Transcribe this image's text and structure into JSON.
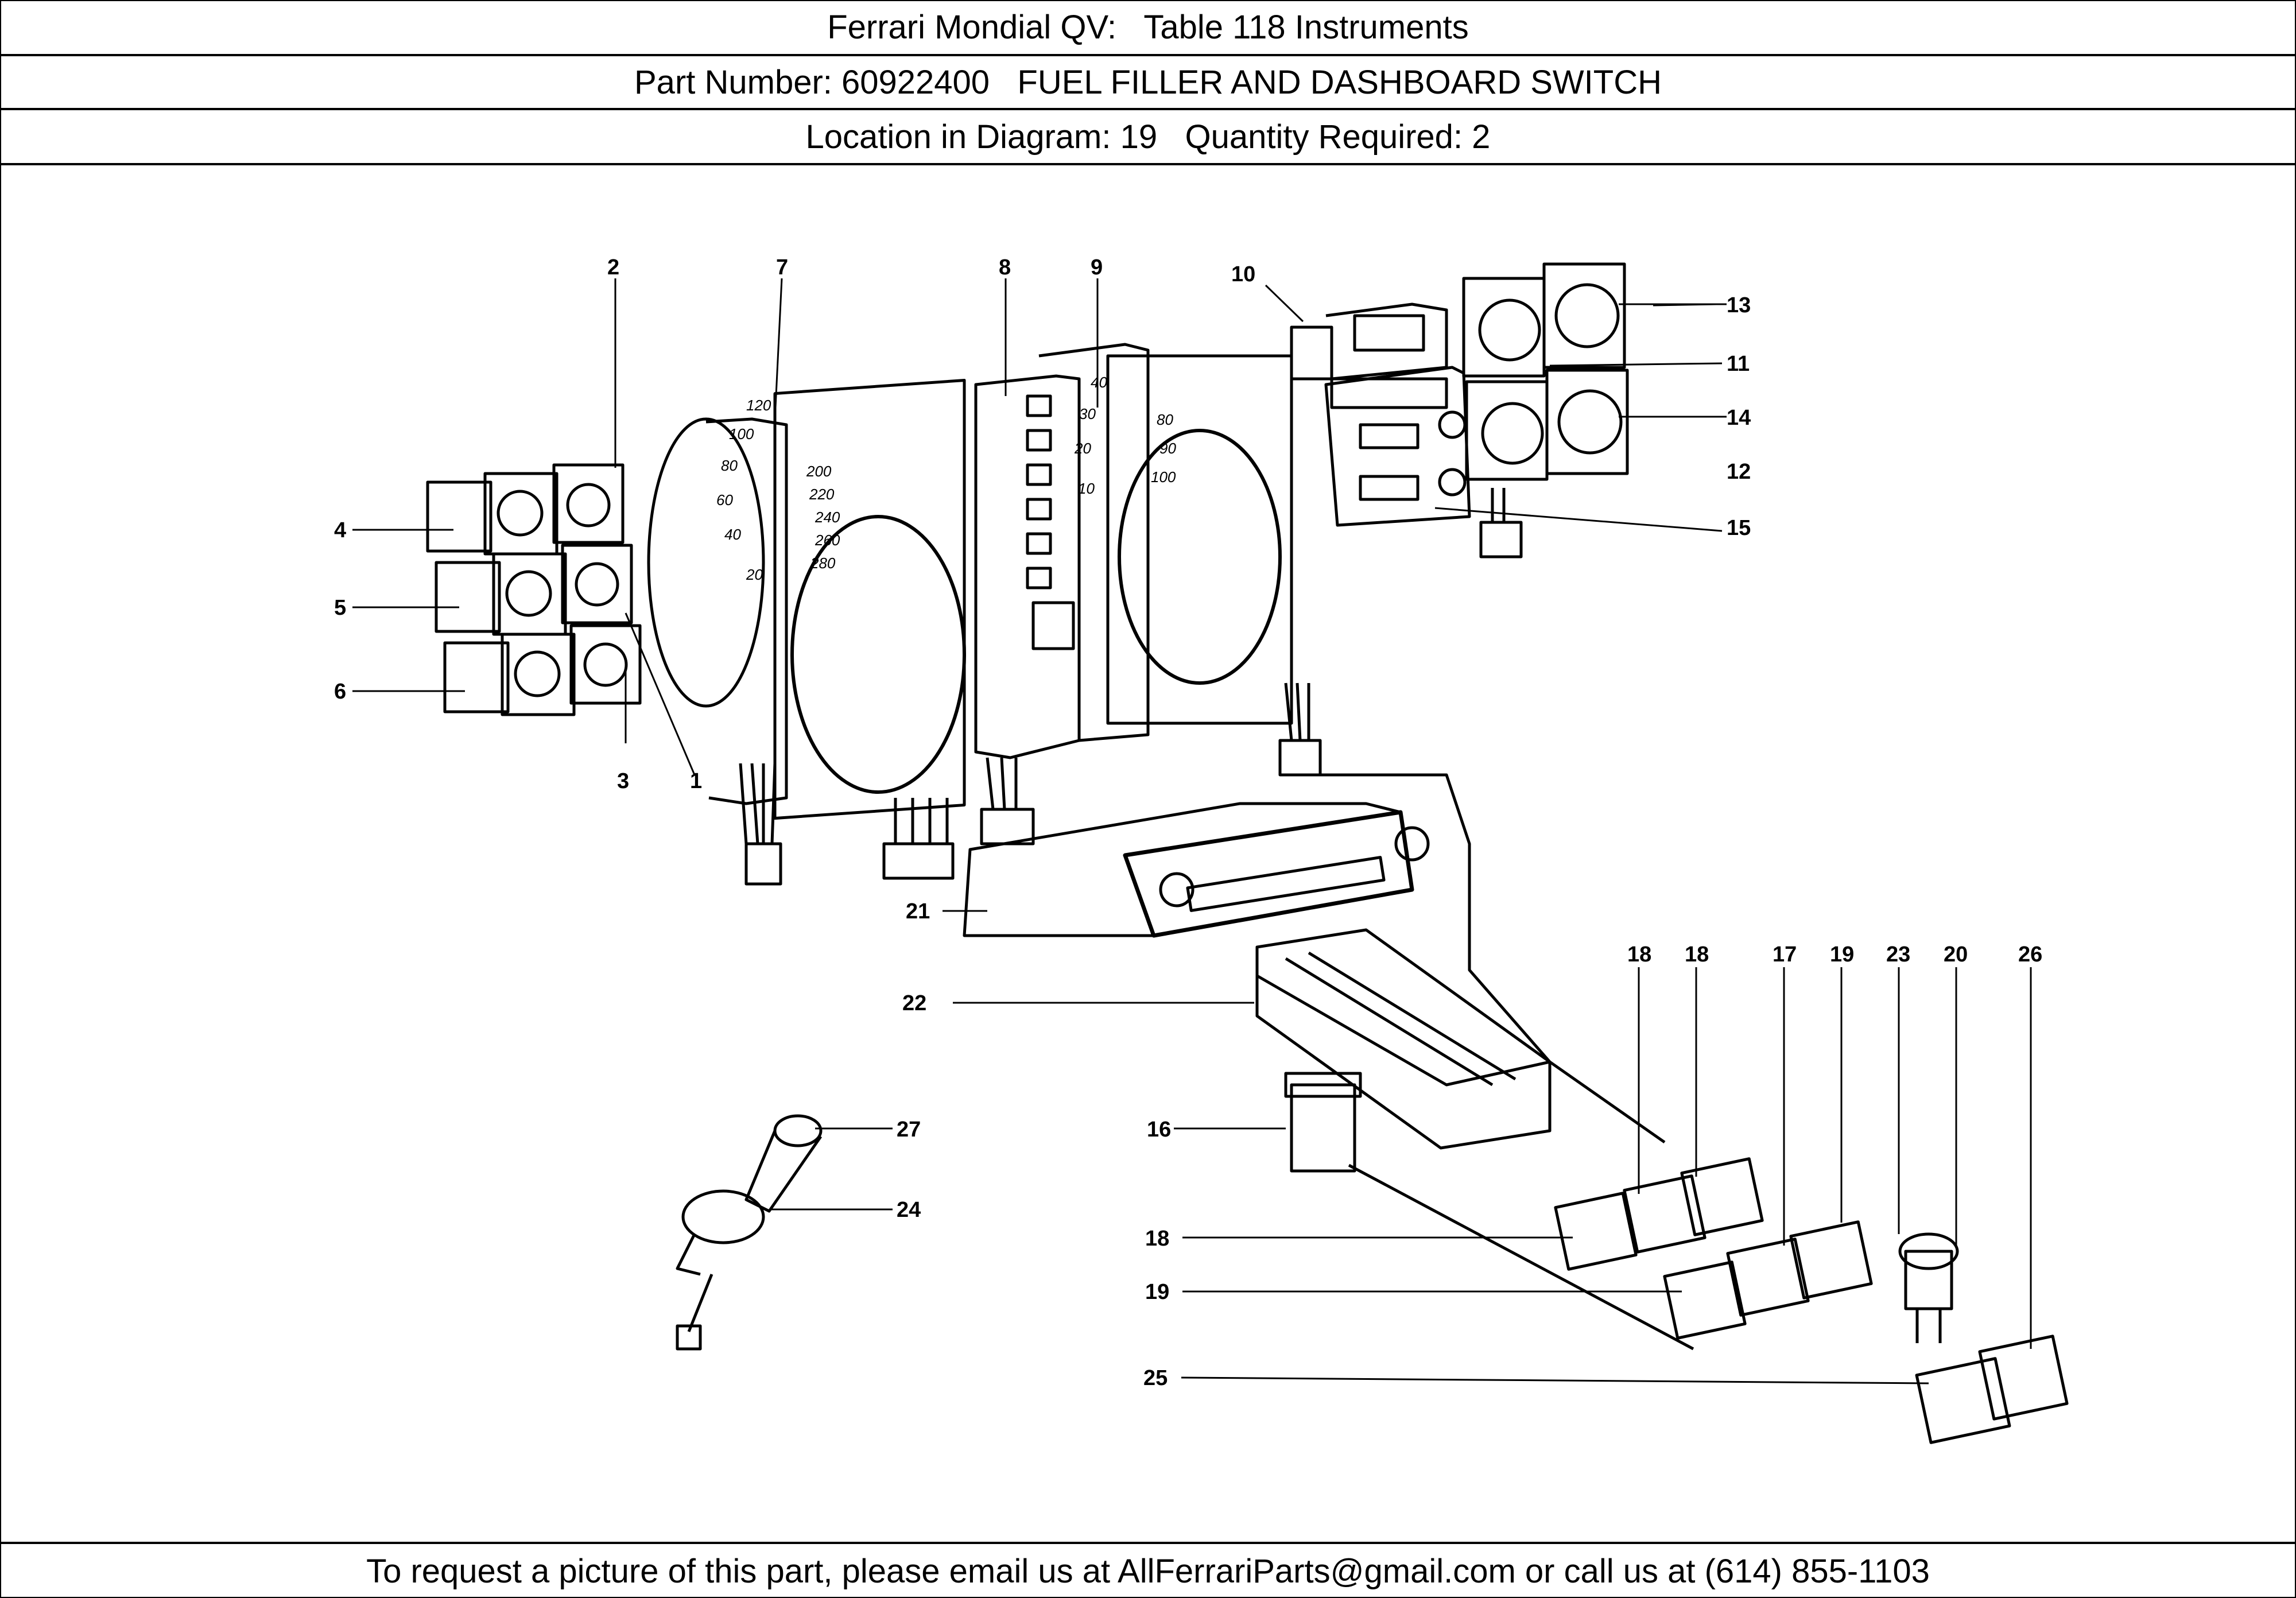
{
  "header": {
    "title": "Ferrari Mondial QV:   Table 118 Instruments",
    "part": "Part Number: 60922400   FUEL FILLER AND DASHBOARD SWITCH",
    "location": "Location in Diagram: 19   Quantity Required: 2"
  },
  "footer": {
    "text": "To request a picture of this part, please email us at AllFerrariParts@gmail.com or call us at (614) 855-1103"
  },
  "diagram": {
    "callouts": [
      "1",
      "2",
      "3",
      "4",
      "5",
      "6",
      "7",
      "8",
      "9",
      "10",
      "11",
      "12",
      "13",
      "14",
      "15",
      "16",
      "17",
      "18",
      "18",
      "18",
      "19",
      "19",
      "20",
      "21",
      "22",
      "23",
      "24",
      "25",
      "26",
      "27"
    ],
    "speedo_ticks": [
      "20",
      "40",
      "60",
      "80",
      "100",
      "120"
    ],
    "speedo_ticks_2": [
      "200",
      "220",
      "240",
      "260",
      "280"
    ],
    "rev_ticks": [
      "10",
      "20",
      "30",
      "40"
    ],
    "rev_ticks_2": [
      "80",
      "90",
      "100"
    ]
  }
}
